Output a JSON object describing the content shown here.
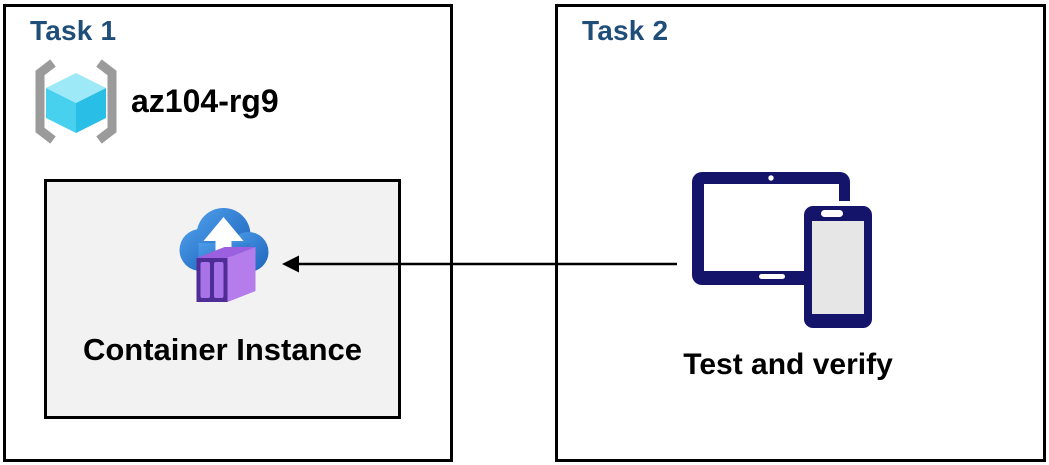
{
  "task1": {
    "title": "Task 1",
    "resource_group_name": "az104-rg9",
    "container_instance_label": "Container Instance"
  },
  "task2": {
    "title": "Task 2",
    "devices_label": "Test and verify"
  },
  "connector": {
    "direction": "right-to-left",
    "from": "devices-icon",
    "to": "container-instance-box"
  },
  "colors": {
    "title_blue": "#1F4E79",
    "label_black": "#000000",
    "border_black": "#000000",
    "ci_box_fill": "#F2F2F2",
    "arrow_black": "#000000",
    "device_navy": "#14146B",
    "device_screen_gray": "#E6E6E6",
    "cloud_blue_light": "#4C9CE8",
    "cloud_blue_dark": "#1E63BC",
    "container_purple_front": "#4F2D96",
    "container_purple_stripe": "#A873E8",
    "container_purple_top": "#9B5FE0",
    "container_purple_side": "#B57CEC",
    "rg_bracket_gray": "#9B9B9B",
    "rg_cube_top": "#9EE9F8",
    "rg_cube_left": "#47D1EF",
    "rg_cube_right": "#29BEE6"
  }
}
